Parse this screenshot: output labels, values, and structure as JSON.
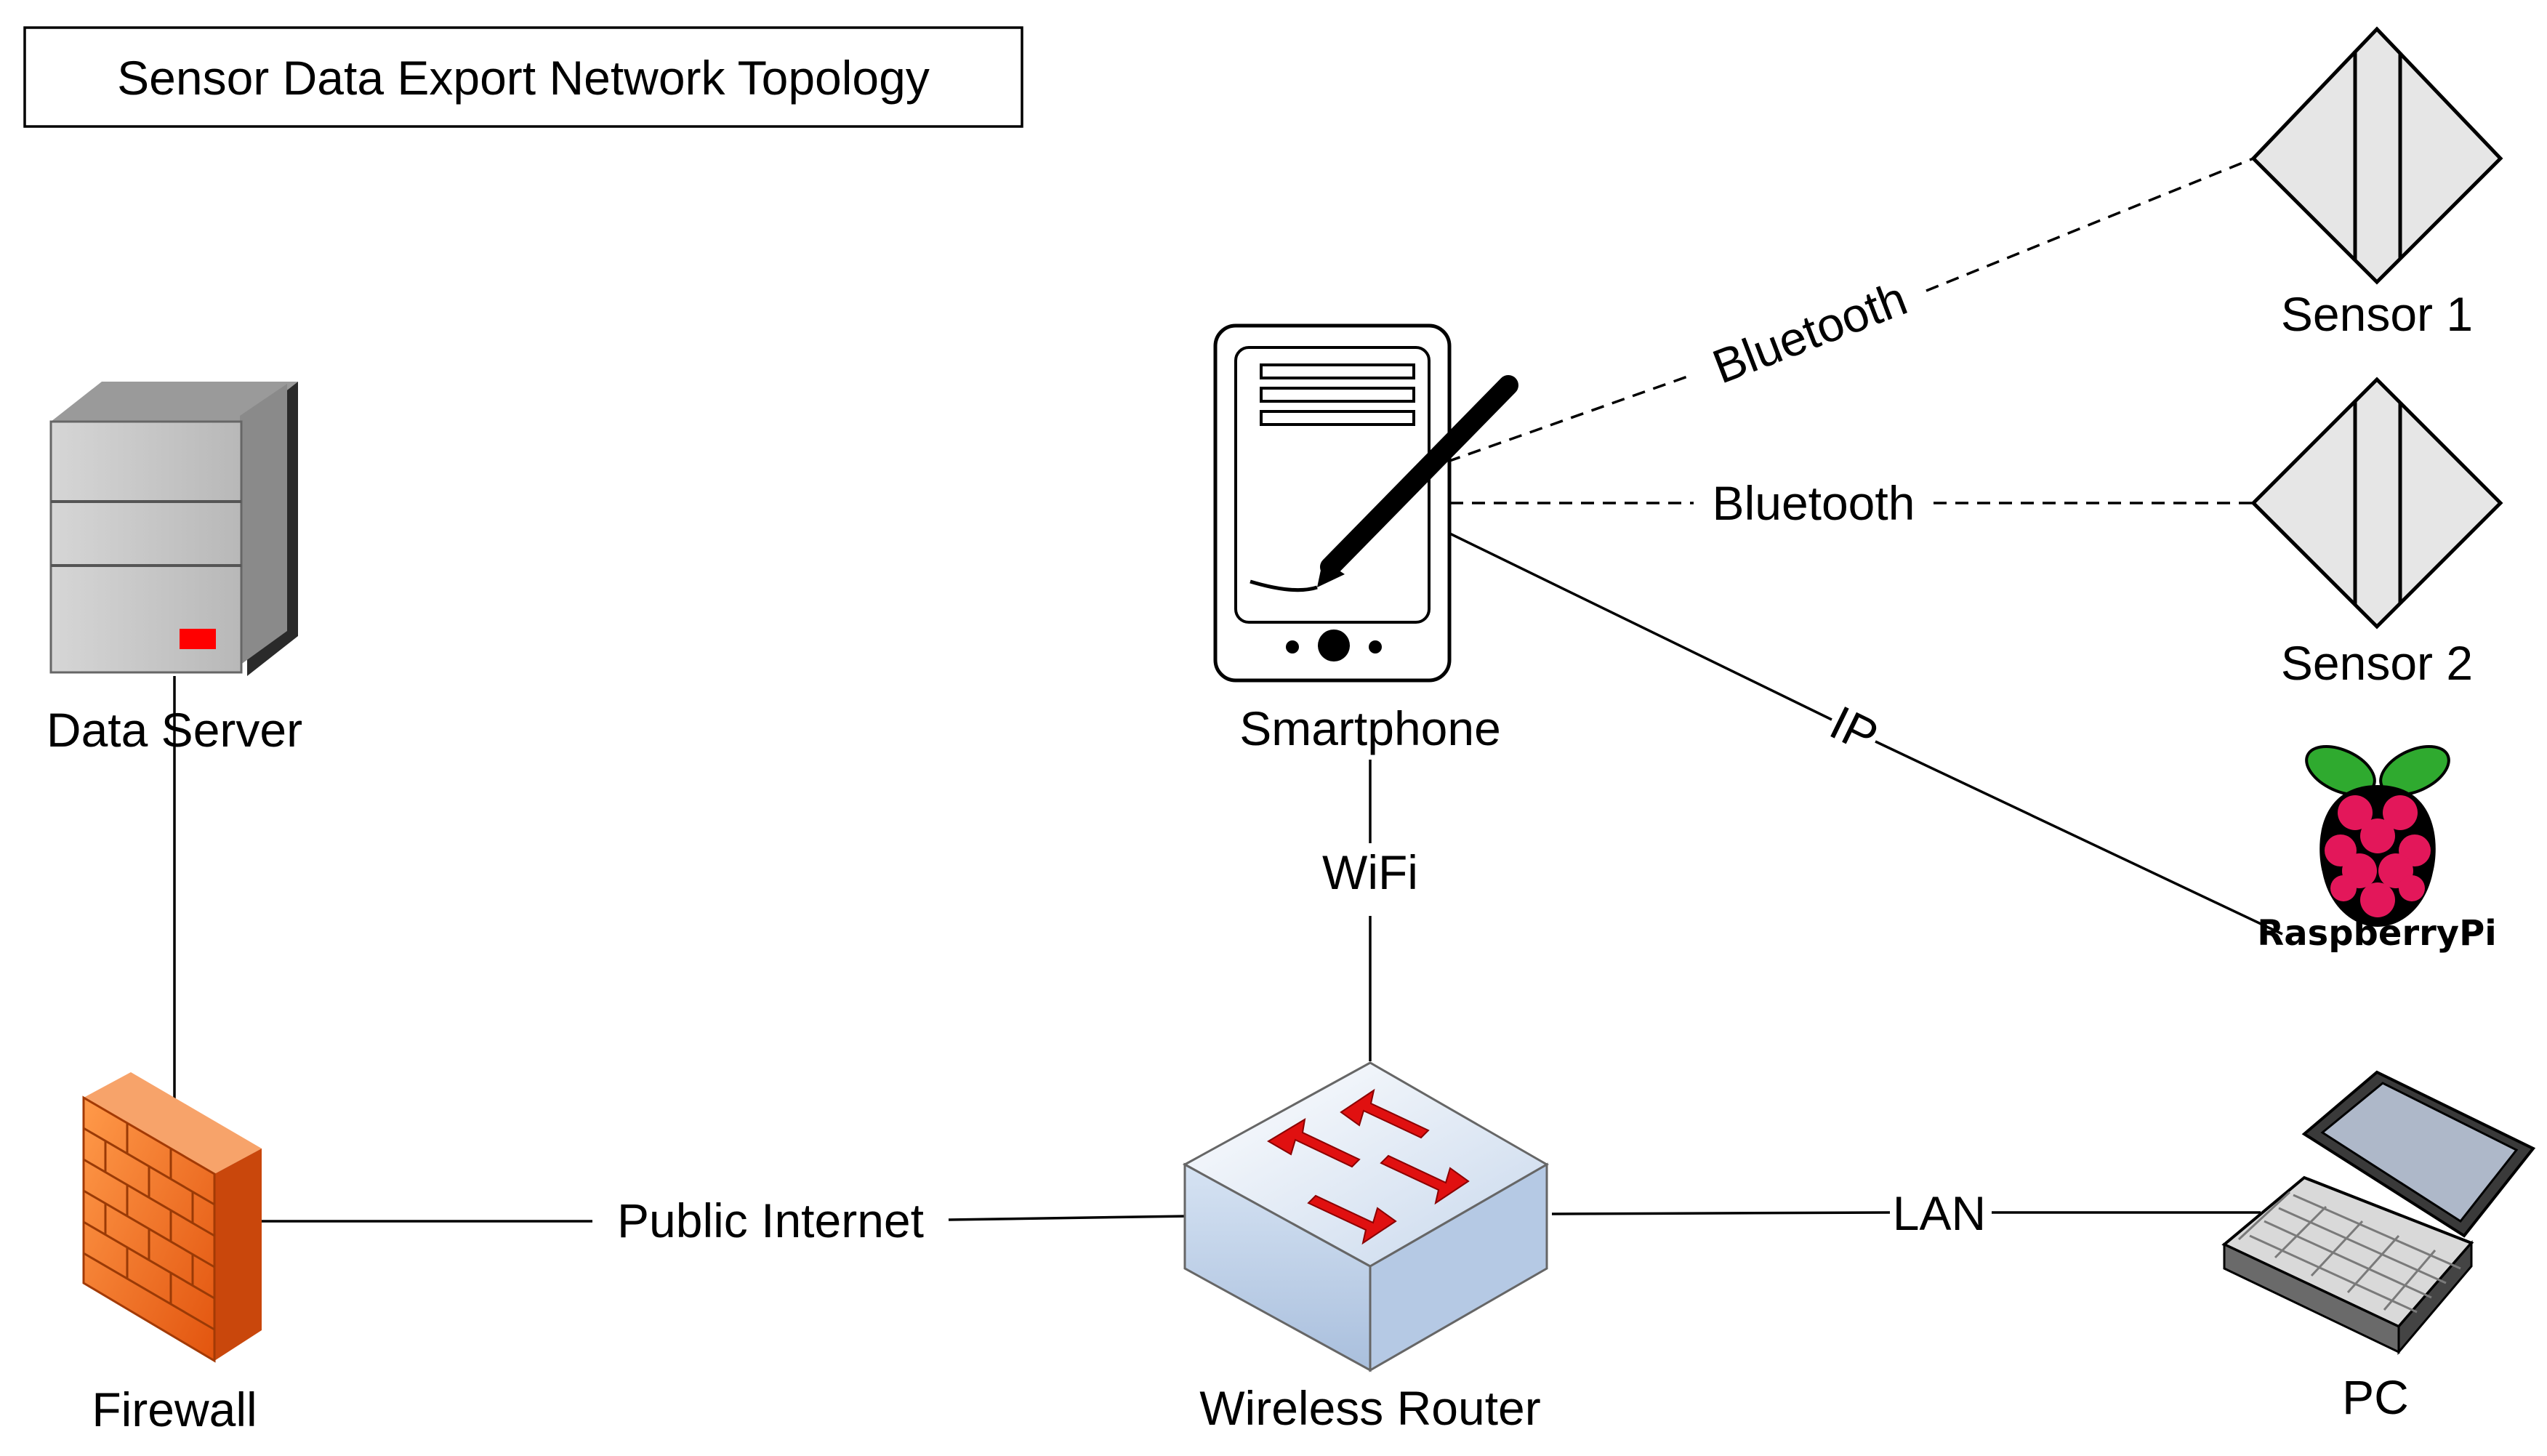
{
  "title": "Sensor Data Export Network Topology",
  "nodes": {
    "data_server": {
      "label": "Data Server",
      "icon": "server-icon"
    },
    "firewall": {
      "label": "Firewall",
      "icon": "firewall-icon"
    },
    "smartphone": {
      "label": "Smartphone",
      "icon": "smartphone-icon"
    },
    "wireless_router": {
      "label": "Wireless Router",
      "icon": "router-icon"
    },
    "sensor1": {
      "label": "Sensor 1",
      "icon": "sensor-icon"
    },
    "sensor2": {
      "label": "Sensor 2",
      "icon": "sensor-icon"
    },
    "raspberry_pi": {
      "label": "RaspberryPi",
      "icon": "raspberry-pi-logo"
    },
    "pc": {
      "label": "PC",
      "icon": "laptop-icon"
    }
  },
  "edges": {
    "bluetooth1": {
      "label": "Bluetooth",
      "from": "Smartphone",
      "to": "Sensor 1",
      "style": "dashed"
    },
    "bluetooth2": {
      "label": "Bluetooth",
      "from": "Smartphone",
      "to": "Sensor 2",
      "style": "dashed"
    },
    "ip": {
      "label": "IP",
      "from": "Smartphone",
      "to": "RaspberryPi",
      "style": "solid"
    },
    "wifi": {
      "label": "WiFi",
      "from": "Smartphone",
      "to": "Wireless Router",
      "style": "solid"
    },
    "public_internet": {
      "label": "Public Internet",
      "from": "Firewall",
      "to": "Wireless Router",
      "style": "solid"
    },
    "lan": {
      "label": "LAN",
      "from": "Wireless Router",
      "to": "PC",
      "style": "solid"
    },
    "server_firewall": {
      "label": "",
      "from": "Data Server",
      "to": "Firewall",
      "style": "solid"
    }
  },
  "colors": {
    "line": "#000000",
    "server_body": "#c0c0c0",
    "server_indicator": "#ff0000",
    "firewall": "#f26a1b",
    "router_top": "#dfe9f5",
    "router_arrows": "#e01010",
    "sensor_fill": "#e6e6e6",
    "raspberry_red": "#e3175a",
    "raspberry_green": "#2faa2f"
  }
}
